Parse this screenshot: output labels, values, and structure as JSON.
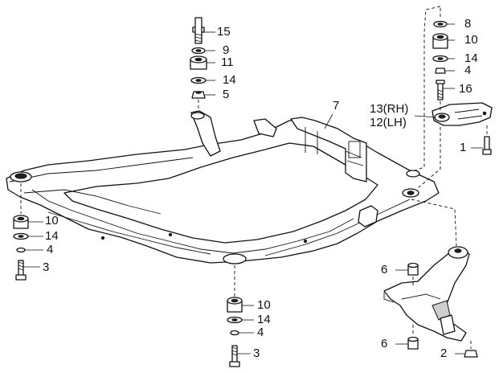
{
  "callouts": {
    "c15": "15",
    "c9": "9",
    "c11": "11",
    "c14_top": "14",
    "c5": "5",
    "c7": "7",
    "c8": "8",
    "c10_topright": "10",
    "c14_topright": "14",
    "c4_topright": "4",
    "c16": "16",
    "c13": "13(RH)",
    "c12": "12(LH)",
    "c1": "1",
    "c10_left": "10",
    "c14_left": "14",
    "c4_left": "4",
    "c3_left": "3",
    "c6_upper": "6",
    "c6_lower": "6",
    "c2": "2",
    "c10_bottom": "10",
    "c14_bottom": "14",
    "c4_bottom": "4",
    "c3_bottom": "3"
  }
}
